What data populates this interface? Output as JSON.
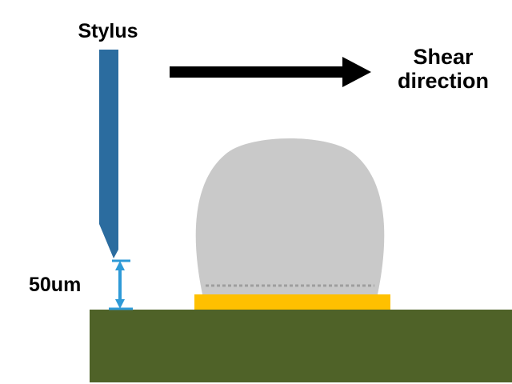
{
  "labels": {
    "stylus": "Stylus",
    "shear_line1": "Shear",
    "shear_line2": "direction",
    "gap": "50um"
  },
  "colors": {
    "background": "#ffffff",
    "text": "#000000",
    "stylus": "#2b6c9f",
    "shear_arrow": "#000000",
    "ball": "#c9c9c9",
    "ball_interface": "#9e9e9e",
    "pad": "#ffc000",
    "substrate": "#4f6228",
    "dimension": "#2e9ad7"
  }
}
